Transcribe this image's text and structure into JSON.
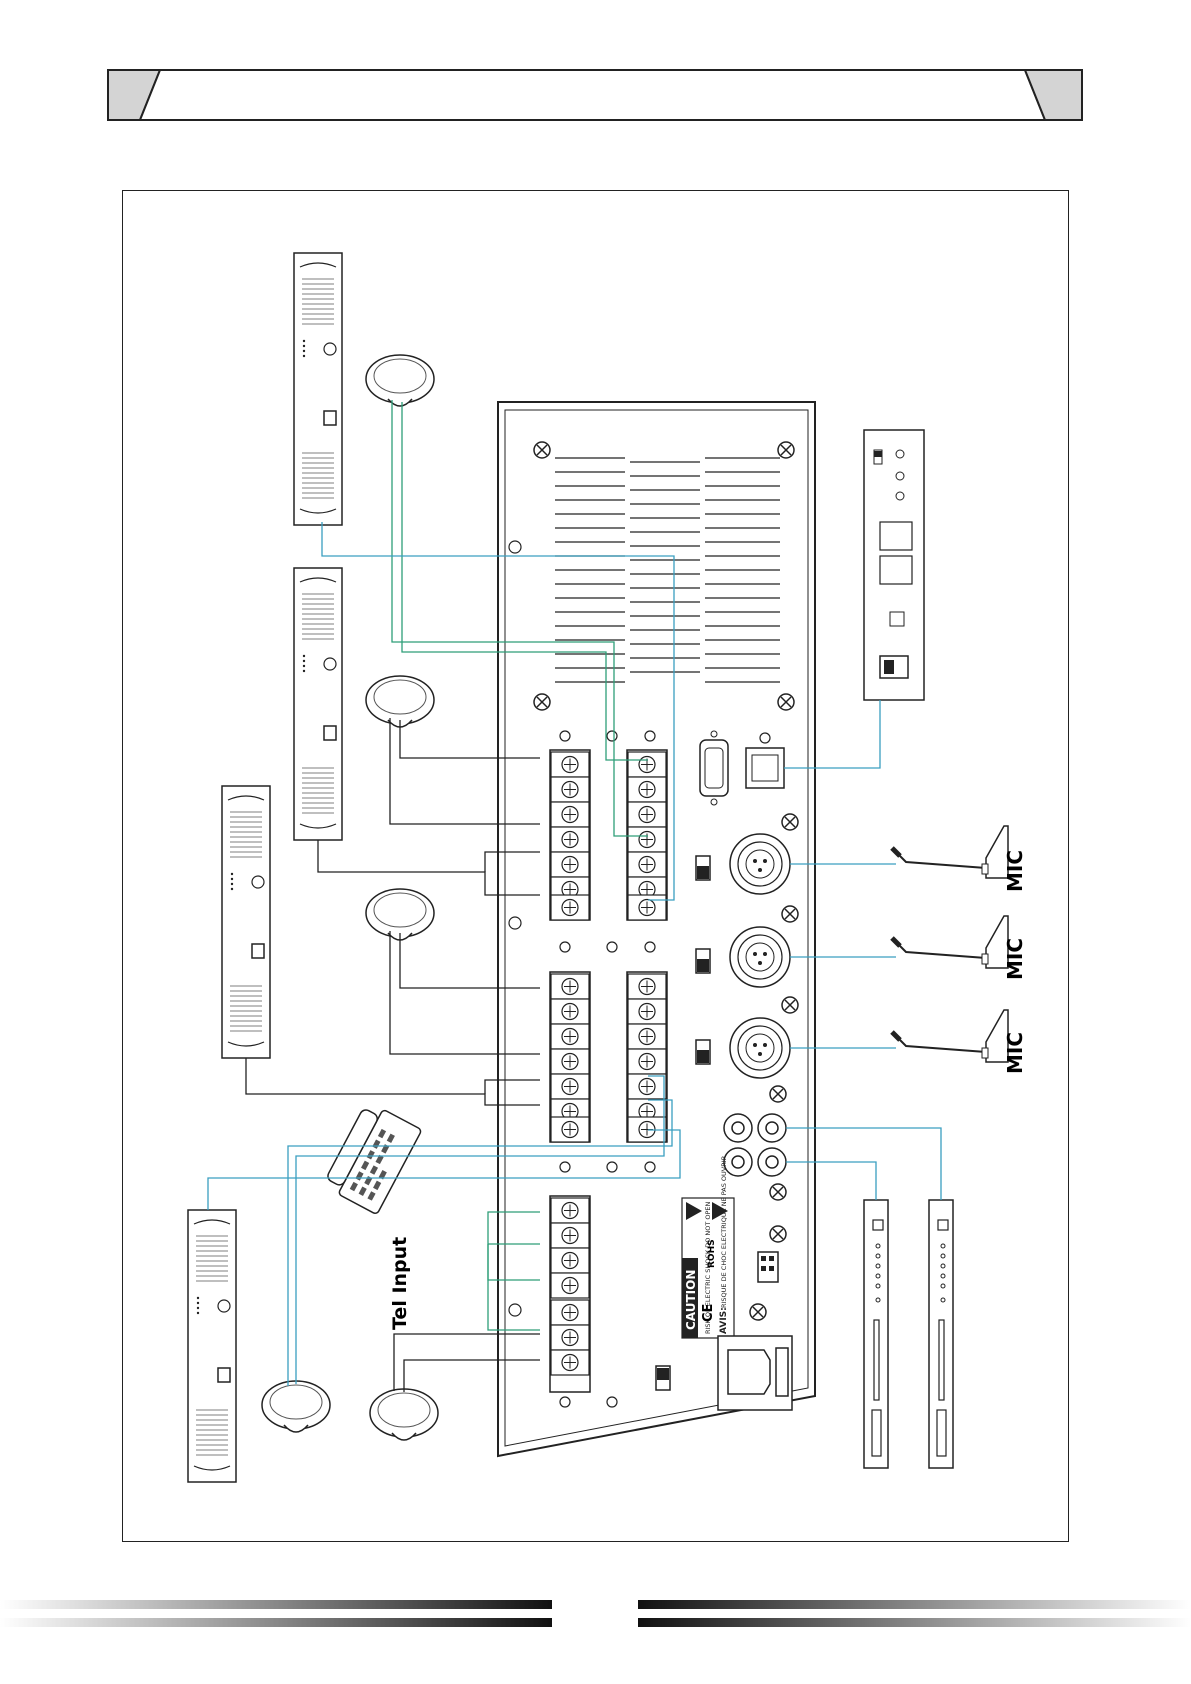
{
  "labels": {
    "mic_1": "MIC",
    "mic_2": "MIC",
    "mic_3": "MIC",
    "tel_input": "Tel Input",
    "caution": "CAUTION",
    "caution_sub": "RISK OF ELECTRIC SHOCK DO NOT OPEN",
    "avis": "AVIS:",
    "avis_sub": "RISQUE DE CHOC ELECTRIQUE NE PAS OUVRIR",
    "ce": "CE",
    "rohs": "ROHS"
  },
  "colors": {
    "line": "#222222",
    "wire_green": "#2e9e78",
    "wire_blue": "#3a9fc0",
    "header_fill": "#d4d4d4"
  },
  "icons": [
    "speaker-icon",
    "microphone-icon",
    "telephone-icon",
    "power-amplifier-icon",
    "power-inlet-icon",
    "network-port-icon",
    "serial-port-icon",
    "xlr-jack-icon",
    "rca-jack-icon",
    "warning-icon"
  ]
}
